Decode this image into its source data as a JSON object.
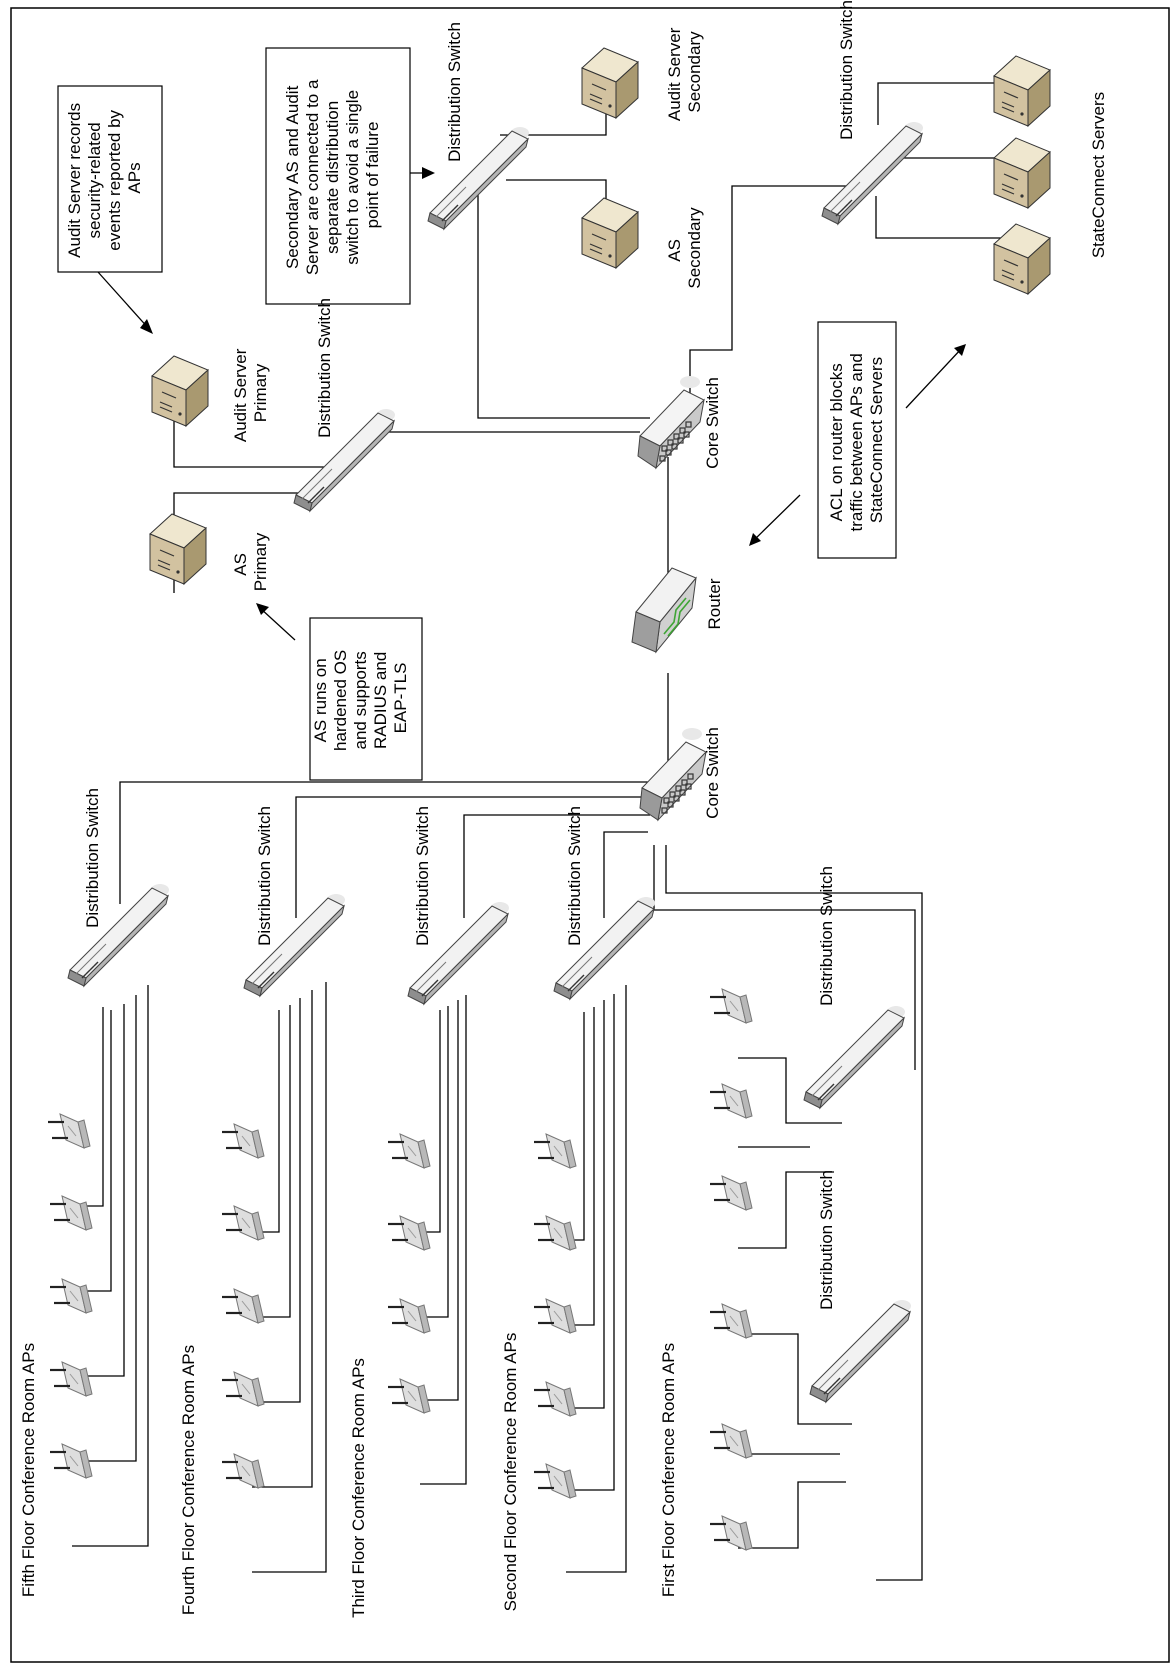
{
  "labels": {
    "distribution_switch": "Distribution Switch",
    "core_switch": "Core Switch",
    "router": "Router",
    "audit_server_primary": [
      "Audit Server",
      "Primary"
    ],
    "as_primary": [
      "AS",
      "Primary"
    ],
    "audit_server_secondary": [
      "Audit Server",
      "Secondary"
    ],
    "as_secondary": [
      "AS",
      "Secondary"
    ],
    "stateconnect_servers": "StateConnect Servers"
  },
  "notes": {
    "audit_records": [
      "Audit Server records",
      "security-related",
      "events reported by",
      "APs"
    ],
    "secondary_separate": [
      "Secondary AS and Audit",
      "Server are connected to a",
      "separate distribution",
      "switch to avoid a single",
      "point of failure"
    ],
    "as_hardened": [
      "AS runs on",
      "hardened OS",
      "and supports",
      "RADIUS and",
      "EAP-TLS"
    ],
    "acl_router": [
      "ACL on router blocks",
      "traffic between APs and",
      "StateConnect Servers"
    ]
  },
  "floors": [
    "Fifth Floor Conference Room APs",
    "Fourth Floor Conference Room APs",
    "Third Floor Conference Room APs",
    "Second Floor Conference Room APs",
    "First Floor Conference Room APs"
  ],
  "colors": {
    "server_top": "#eee5cc",
    "server_front": "#d3c3a3",
    "server_side": "#a89870",
    "switch_body": "#e6e6e6",
    "switch_dark": "#a8a8a8",
    "router_accent": "#3fa535",
    "ap_body": "#dcdcdc"
  }
}
